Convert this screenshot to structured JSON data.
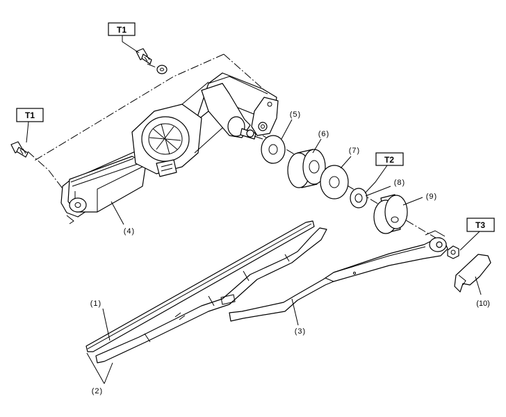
{
  "torque_boxes": [
    {
      "id": "t1_top",
      "label": "T1"
    },
    {
      "id": "t1_left",
      "label": "T1"
    },
    {
      "id": "t2",
      "label": "T2"
    },
    {
      "id": "t3",
      "label": "T3"
    }
  ],
  "callouts": [
    {
      "id": "c1",
      "label": "(1)"
    },
    {
      "id": "c2",
      "label": "(2)"
    },
    {
      "id": "c3",
      "label": "(3)"
    },
    {
      "id": "c4",
      "label": "(4)"
    },
    {
      "id": "c5",
      "label": "(5)"
    },
    {
      "id": "c6",
      "label": "(6)"
    },
    {
      "id": "c7",
      "label": "(7)"
    },
    {
      "id": "c8",
      "label": "(8)"
    },
    {
      "id": "c9",
      "label": "(9)"
    },
    {
      "id": "c10",
      "label": "(10)"
    }
  ]
}
